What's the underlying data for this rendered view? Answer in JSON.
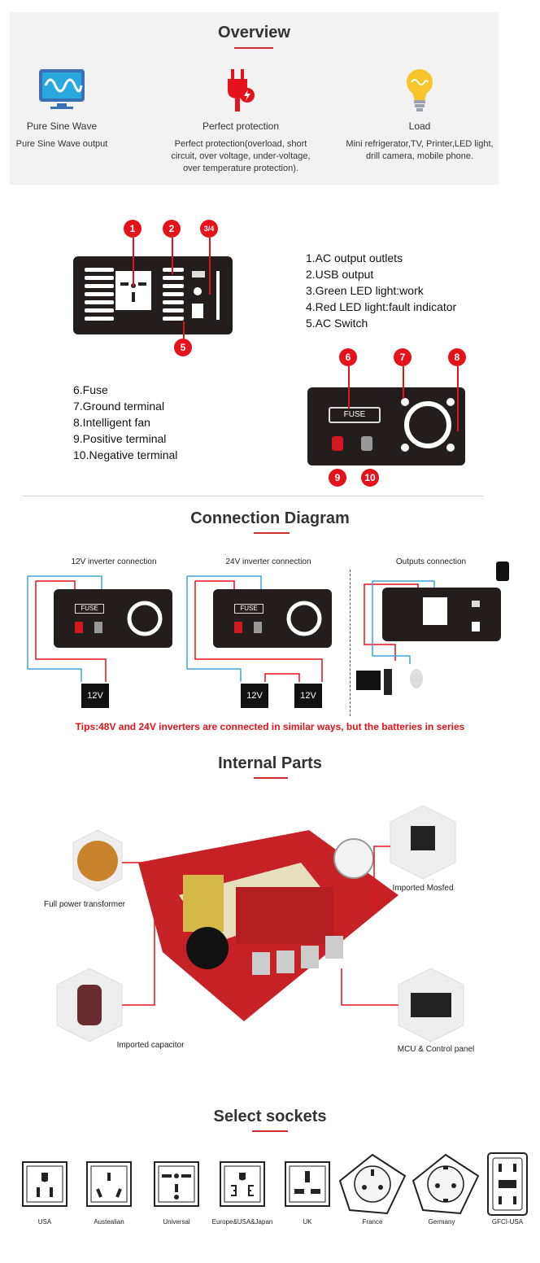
{
  "overview": {
    "title": "Overview",
    "items": [
      {
        "name": "Pure Sine Wave",
        "desc": "Pure Sine Wave output",
        "icon": "sine-wave-monitor-icon"
      },
      {
        "name": "Perfect protection",
        "desc": "Perfect protection(overload, short circuit, over voltage, under-voltage, over temperature protection).",
        "icon": "plug-icon"
      },
      {
        "name": "Load",
        "desc": "Mini refrigerator,TV, Printer,LED light, drill camera, mobile phone.",
        "icon": "bulb-icon"
      }
    ]
  },
  "front_panel": {
    "legend": [
      "1.AC output outlets",
      "2.USB output",
      "3.Green LED light:work",
      "4.Red LED light:fault indicator",
      "5.AC Switch"
    ],
    "markers": [
      "1",
      "2",
      "3/4",
      "5"
    ]
  },
  "rear_panel": {
    "legend": [
      "6.Fuse",
      "7.Ground terminal",
      "8.Intelligent fan",
      "9.Positive terminal",
      "10.Negative terminal"
    ],
    "markers": [
      "6",
      "7",
      "8",
      "9",
      "10"
    ],
    "fuse_label": "FUSE"
  },
  "connection": {
    "title": "Connection Diagram",
    "captions": [
      "12V inverter connection",
      "24V inverter connection",
      "Outputs connection"
    ],
    "battery_label": "12V",
    "fuse_label": "FUSE",
    "tip": "Tips:48V and 24V inverters are connected in similar ways, but the batteries in series"
  },
  "internal": {
    "title": "Internal Parts",
    "labels": [
      "Full power transformer",
      "Imported capacitor",
      "Imported Mosfed",
      "MCU & Control panel"
    ]
  },
  "sockets": {
    "title": "Select sockets",
    "items": [
      "USA",
      "Austealian",
      "Universal",
      "Europe&USA&Japan",
      "UK",
      "France",
      "Germany",
      "GFCI-USA"
    ]
  },
  "colors": {
    "accent": "#e3121b",
    "panel": "#231e1d",
    "wire_blue": "#3fa7d6"
  }
}
